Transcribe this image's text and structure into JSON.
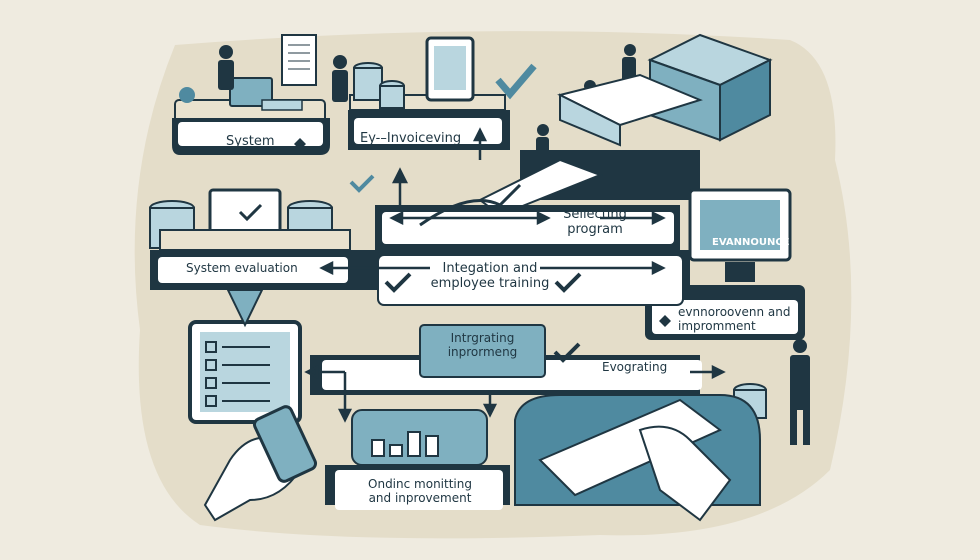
{
  "steps": {
    "system": "System",
    "e_invoicing": "Ey-–Invoiceving",
    "selecting_program": "Sellecting\nprogram",
    "system_evaluation": "System evaluation",
    "integration_training": "Integation and\nemployee training",
    "integrating_improvement": "Intrgrating\ninprormeng",
    "evograting": "Evograting",
    "environment_improvement": "evnnoroovenn  and\nimpromment",
    "ongoing_monitoring": "Ondinc monitting\nand inprovement"
  },
  "screen_banner": "EVANNOUNCE",
  "colors": {
    "background": "#efebe0",
    "band": "#1f3642",
    "teal": "#7fb0c0",
    "light_teal": "#b9d6df",
    "cream": "#e9e2cf",
    "accent": "#4f8aa0"
  },
  "icons": [
    "checkmark-icon",
    "diamond-icon",
    "monitor-icon",
    "coin-stack-icon",
    "tablet-icon",
    "keyboard-icon",
    "businessman-icon",
    "hand-icon",
    "bar-chart-icon",
    "document-stack-icon"
  ]
}
